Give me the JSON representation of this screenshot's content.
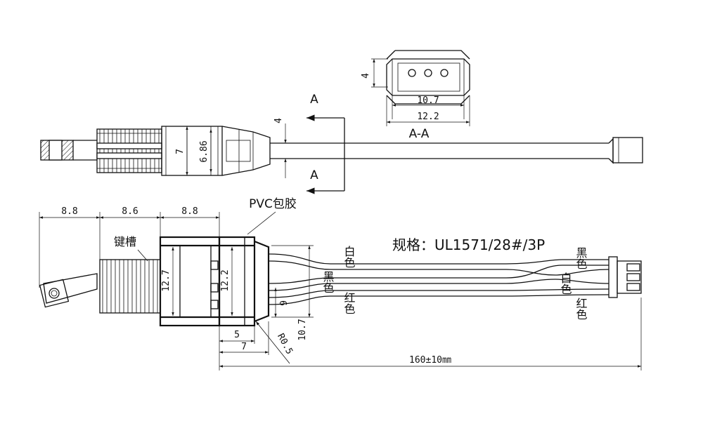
{
  "section_marker": "A",
  "section_label": "A-A",
  "dims": {
    "top_section_height": "4",
    "top_section_inner": "10.7",
    "top_section_outer": "12.2",
    "side_cable_height": "4",
    "side_body_a": "7",
    "side_body_b": "6.86",
    "lower_d1": "8.8",
    "lower_d2": "8.6",
    "lower_d3": "8.8",
    "lower_h1": "12.7",
    "lower_h2": "12.2",
    "lower_h3": "9",
    "lower_h4": "10.7",
    "lower_w1": "5",
    "lower_w2": "7",
    "lower_radius": "R0.5",
    "total_length": "160±10㎜"
  },
  "labels": {
    "pvc": "PVC包胶",
    "keyway": "键槽",
    "spec": "规格：UL1571/28#/3P",
    "wire_white": "白色",
    "wire_black": "黑色",
    "wire_red": "红色"
  }
}
